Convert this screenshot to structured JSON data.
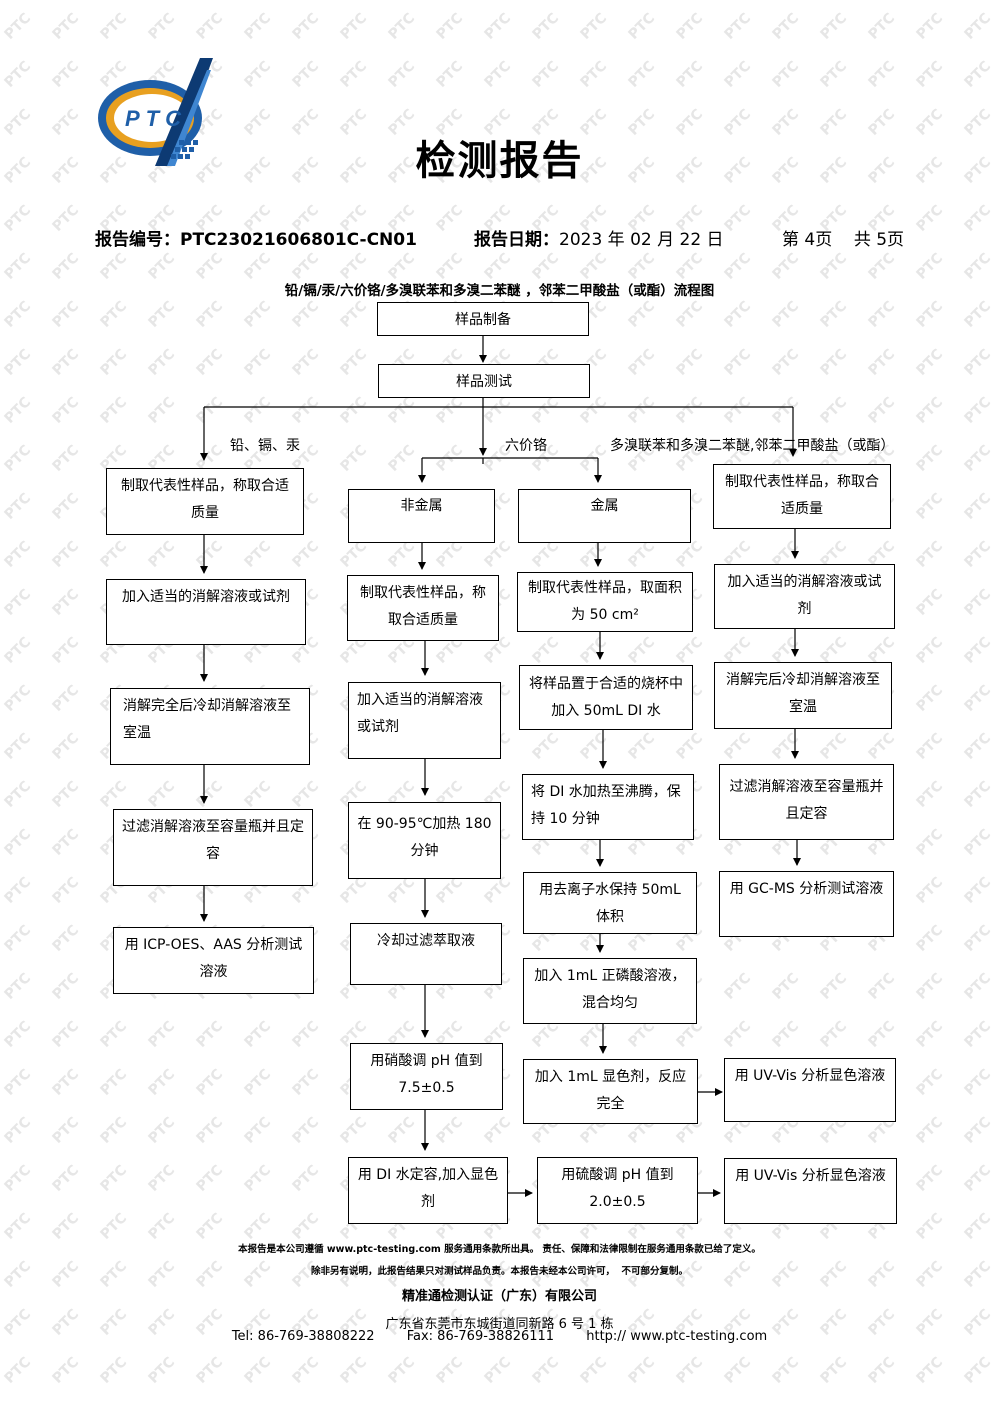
{
  "logo": {
    "text": "PTC"
  },
  "header": {
    "title": "检测报告",
    "report_no_label": "报告编号：",
    "report_no": "PTC23021606801C-CN01",
    "report_date_label": "报告日期：",
    "report_date": "2023 年 02 月 22 日",
    "page": "第 4页    共 5页"
  },
  "flow": {
    "title": "铅/镉/汞/六价铬/多溴联苯和多溴二苯醚 ，邻苯二甲酸盐（或酯）流程图",
    "sample_prep": "样品制备",
    "sample_test": "样品测试",
    "branch_labels": {
      "metals": "铅、镉、汞",
      "cr6": "六价铬",
      "pbb": "多溴联苯和多溴二苯醚,邻苯二甲酸盐（或酯）"
    },
    "col1": [
      "制取代表性样品，称取合适质量",
      "加入适当的消解溶液或试剂",
      "消解完全后冷却消解溶液至室温",
      "过滤消解溶液至容量瓶并且定容",
      "用 ICP-OES、AAS 分析测试溶液"
    ],
    "nonmetal_title": "非金属",
    "nonmetal": [
      "制取代表性样品，称取合适质量",
      "加入适当的消解溶液或试剂",
      "在 90-95℃加热 180 分钟",
      "冷却过滤萃取液",
      "用硝酸调 pH 值到 7.5±0.5",
      "用 DI 水定容,加入显色剂"
    ],
    "metal_title": "金属",
    "metal": [
      "制取代表性样品，取面积为 50 cm²",
      "将样品置于合适的烧杯中加入 50mL DI 水",
      "将 DI 水加热至沸腾，保持 10 分钟",
      "用去离子水保持 50mL 体积",
      "加入 1mL 正磷酸溶液，混合均匀",
      "加入 1mL 显色剂，反应完全"
    ],
    "nonmetal_ph2": "用硫酸调 pH 值到 2.0±0.5",
    "uv_metal": "用 UV-Vis 分析显色溶液",
    "uv_nonmetal": "用 UV-Vis 分析显色溶液",
    "col4": [
      "制取代表性样品，称取合适质量",
      "加入适当的消解溶液或试剂",
      "消解完后冷却消解溶液至室温",
      "过滤消解溶液至容量瓶并且定容",
      "用 GC-MS 分析测试溶液"
    ]
  },
  "footer": {
    "line1": "本报告是本公司遵循 www.ptc-testing.com 服务通用条款所出具。 责任、保障和法律限制在服务通用条款已给了定义。",
    "line2": "除非另有说明，此报告结果只对测试样品负责。本报告未经本公司许可，  不可部分复制。",
    "company": "精准通检测认证（广东）有限公司",
    "address": "广东省东莞市东城街道同新路 6 号 1 栋",
    "tel": "Tel: 86-769-38808222",
    "fax": "Fax: 86-769-38826111",
    "web": "http:// www.ptc-testing.com"
  },
  "watermark": {
    "text": "PTC",
    "color": "#e6e6e6"
  },
  "colors": {
    "logo_blue": "#1f5fa8",
    "logo_gold": "#e8a020",
    "logo_dark": "#0d3a73"
  }
}
